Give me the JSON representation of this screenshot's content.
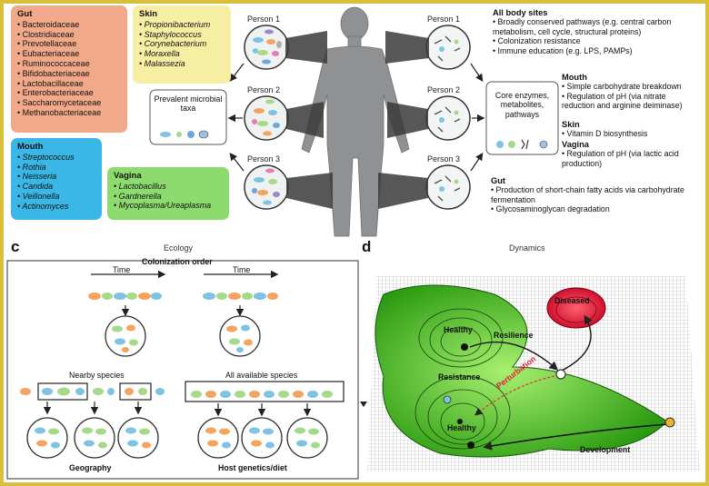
{
  "panel_a": {
    "gut": {
      "title": "Gut",
      "items": [
        "Bacteroidaceae",
        "Clostridiaceae",
        "Prevotellaceae",
        "Eubacteriaceae",
        "Ruminococcaceae",
        "Bifidobacteriaceae",
        "Lactobacillaceae",
        "Enterobacteriaceae",
        "Saccharomycetaceae",
        "Methanobacteriaceae"
      ]
    },
    "skin": {
      "title": "Skin",
      "items": [
        "Propionibacterium",
        "Staphylococcus",
        "Corynebacterium",
        "Moraxella",
        "Malassezia"
      ]
    },
    "mouth": {
      "title": "Mouth",
      "items": [
        "Streptococcus",
        "Rothia",
        "Neisseria",
        "Candida",
        "Veillonella",
        "Actinomyces"
      ]
    },
    "vagina": {
      "title": "Vagina",
      "items": [
        "Lactobacillus",
        "Gardnerella",
        "Mycoplasma/Ureaplasma"
      ]
    },
    "prevalent_taxa": "Prevalent microbial taxa",
    "persons": [
      "Person 1",
      "Person 2",
      "Person 3"
    ]
  },
  "panel_b": {
    "persons": [
      "Person 1",
      "Person 2",
      "Person 3"
    ],
    "core": "Core enzymes, metabolites, pathways",
    "all_sites": {
      "title": "All body sites",
      "items": [
        "Broadly conserved pathways (e.g. central carbon metabolism, cell cycle, structural proteins)",
        "Colonization resistance",
        "Immune education (e.g. LPS, PAMPs)"
      ]
    },
    "mouth": {
      "title": "Mouth",
      "items": [
        "Simple carbohydrate breakdown",
        "Regulation of pH (via nitrate reduction and arginine deiminase)"
      ]
    },
    "skin": {
      "title": "Skin",
      "items": [
        "Vitamin D biosynthesis"
      ]
    },
    "vagina": {
      "title": "Vagina",
      "items": [
        "Regulation of pH (via lactic acid production)"
      ]
    },
    "gut": {
      "title": "Gut",
      "items": [
        "Production of short-chain fatty acids via carbohydrate fermentation",
        "Glycosaminoglycan degradation"
      ]
    }
  },
  "panel_c": {
    "letter": "c",
    "section": "Ecology",
    "colonization": "Colonization order",
    "time1": "Time",
    "time2": "Time",
    "nearby": "Nearby species",
    "all_available": "All available species",
    "geography": "Geography",
    "host": "Host genetics/diet"
  },
  "panel_d": {
    "letter": "d",
    "section": "Dynamics",
    "healthy1": "Healthy",
    "healthy2": "Healthy",
    "resilience": "Resilience",
    "resistance": "Resistance",
    "diseased": "Diseased",
    "perturbation": "Perturbation",
    "development": "Development"
  },
  "colors": {
    "gut": "#f2a98a",
    "skin": "#f6eea3",
    "mouth": "#3ab7e6",
    "vagina": "#8ddb6e",
    "frame": "#d9c03a"
  }
}
